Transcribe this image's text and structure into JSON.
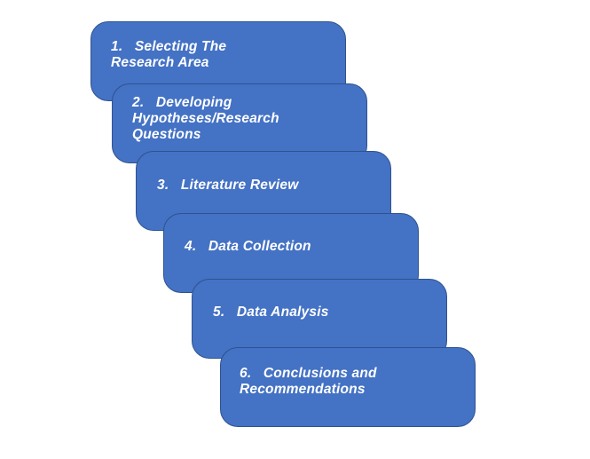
{
  "steps": [
    {
      "label": "1.   Selecting The\nResearch Area"
    },
    {
      "label": "2.   Developing\nHypotheses/Research\nQuestions"
    },
    {
      "label": "3.   Literature Review"
    },
    {
      "label": "4.   Data Collection"
    },
    {
      "label": "5.   Data Analysis"
    },
    {
      "label": "6.   Conclusions and\nRecommendations"
    }
  ],
  "colors": {
    "box_fill": "#4472c4",
    "box_border": "#2f528f",
    "text": "#ffffff"
  }
}
